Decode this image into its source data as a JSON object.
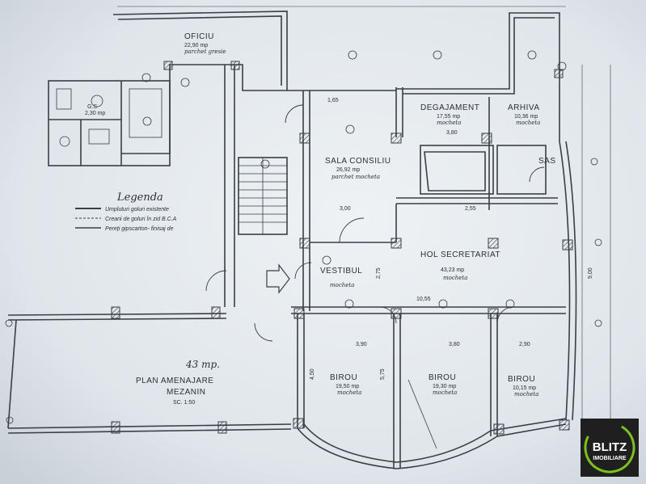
{
  "plan": {
    "title": "PLAN AMENAJARE",
    "title2": "MEZANIN",
    "scale": "SC. 1:50",
    "area_note": "43 mp.",
    "legend": {
      "heading": "Legenda",
      "items": [
        "Umpluturi goluri existente",
        "Crearii de goluri în zid B.C.A",
        "Pereți gipscarton- finisaj de"
      ]
    },
    "rooms": [
      {
        "name": "OFICIU",
        "area": "22,90 mp",
        "finish": "parchet gresie"
      },
      {
        "name": "G.S",
        "area": "2,30 mp",
        "finish": ""
      },
      {
        "name": "SALA CONSILIU",
        "area": "26,92 mp",
        "finish": "parchet mocheta"
      },
      {
        "name": "DEGAJAMENT",
        "area": "17,55 mp",
        "finish": "mocheta"
      },
      {
        "name": "ARHIVA",
        "area": "10,36 mp",
        "finish": "mocheta"
      },
      {
        "name": "SAS",
        "area": "",
        "finish": ""
      },
      {
        "name": "HOL SECRETARIAT",
        "area": "43,23 mp",
        "finish": "mocheta"
      },
      {
        "name": "VESTIBUL",
        "area": "",
        "finish": "mocheta"
      },
      {
        "name": "BIROU",
        "area": "19,50 mp",
        "finish": "mocheta"
      },
      {
        "name": "BIROU",
        "area": "19,30 mp",
        "finish": "mocheta"
      },
      {
        "name": "BIROU",
        "area": "10,15 mp",
        "finish": "mocheta"
      }
    ],
    "dims": [
      "3,00",
      "2,55",
      "10,55",
      "2,75",
      "5,75",
      "4,50",
      "3,90",
      "3,80",
      "2,90",
      "9,00",
      "3,80",
      "1,65"
    ]
  },
  "logo": {
    "line1": "BLITZ",
    "line2": "IMOBILIARE"
  },
  "colors": {
    "paper": "#e4e9ed",
    "ink": "#3a3e46",
    "logo_bg": "#1f1f1f",
    "logo_green": "#7dbf1e"
  }
}
